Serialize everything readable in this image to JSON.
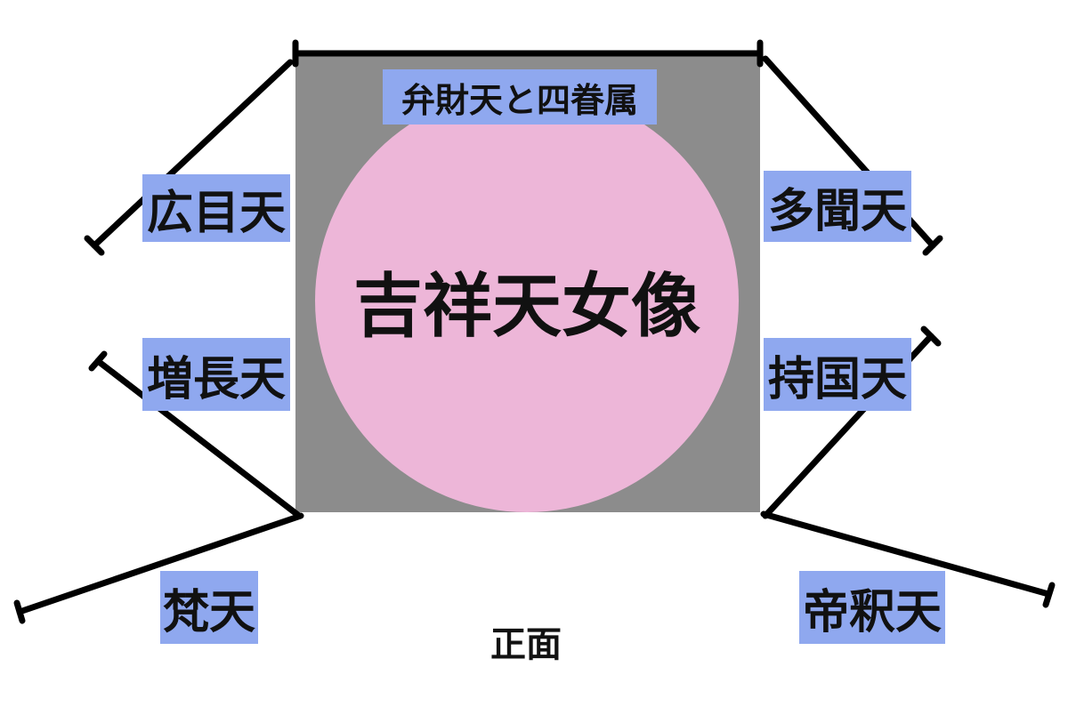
{
  "colors": {
    "background": "#ffffff",
    "hall": "#8c8c8c",
    "central_circle": "#edb6d8",
    "label_box": "#8fa8ef",
    "line": "#000000"
  },
  "labels": {
    "top": "弁財天と四眷属",
    "center": "吉祥天女像",
    "left_upper": "広目天",
    "left_lower": "増長天",
    "right_upper": "多聞天",
    "right_lower": "持国天",
    "bottom_left": "梵天",
    "bottom_right": "帝釈天",
    "front": "正面"
  }
}
